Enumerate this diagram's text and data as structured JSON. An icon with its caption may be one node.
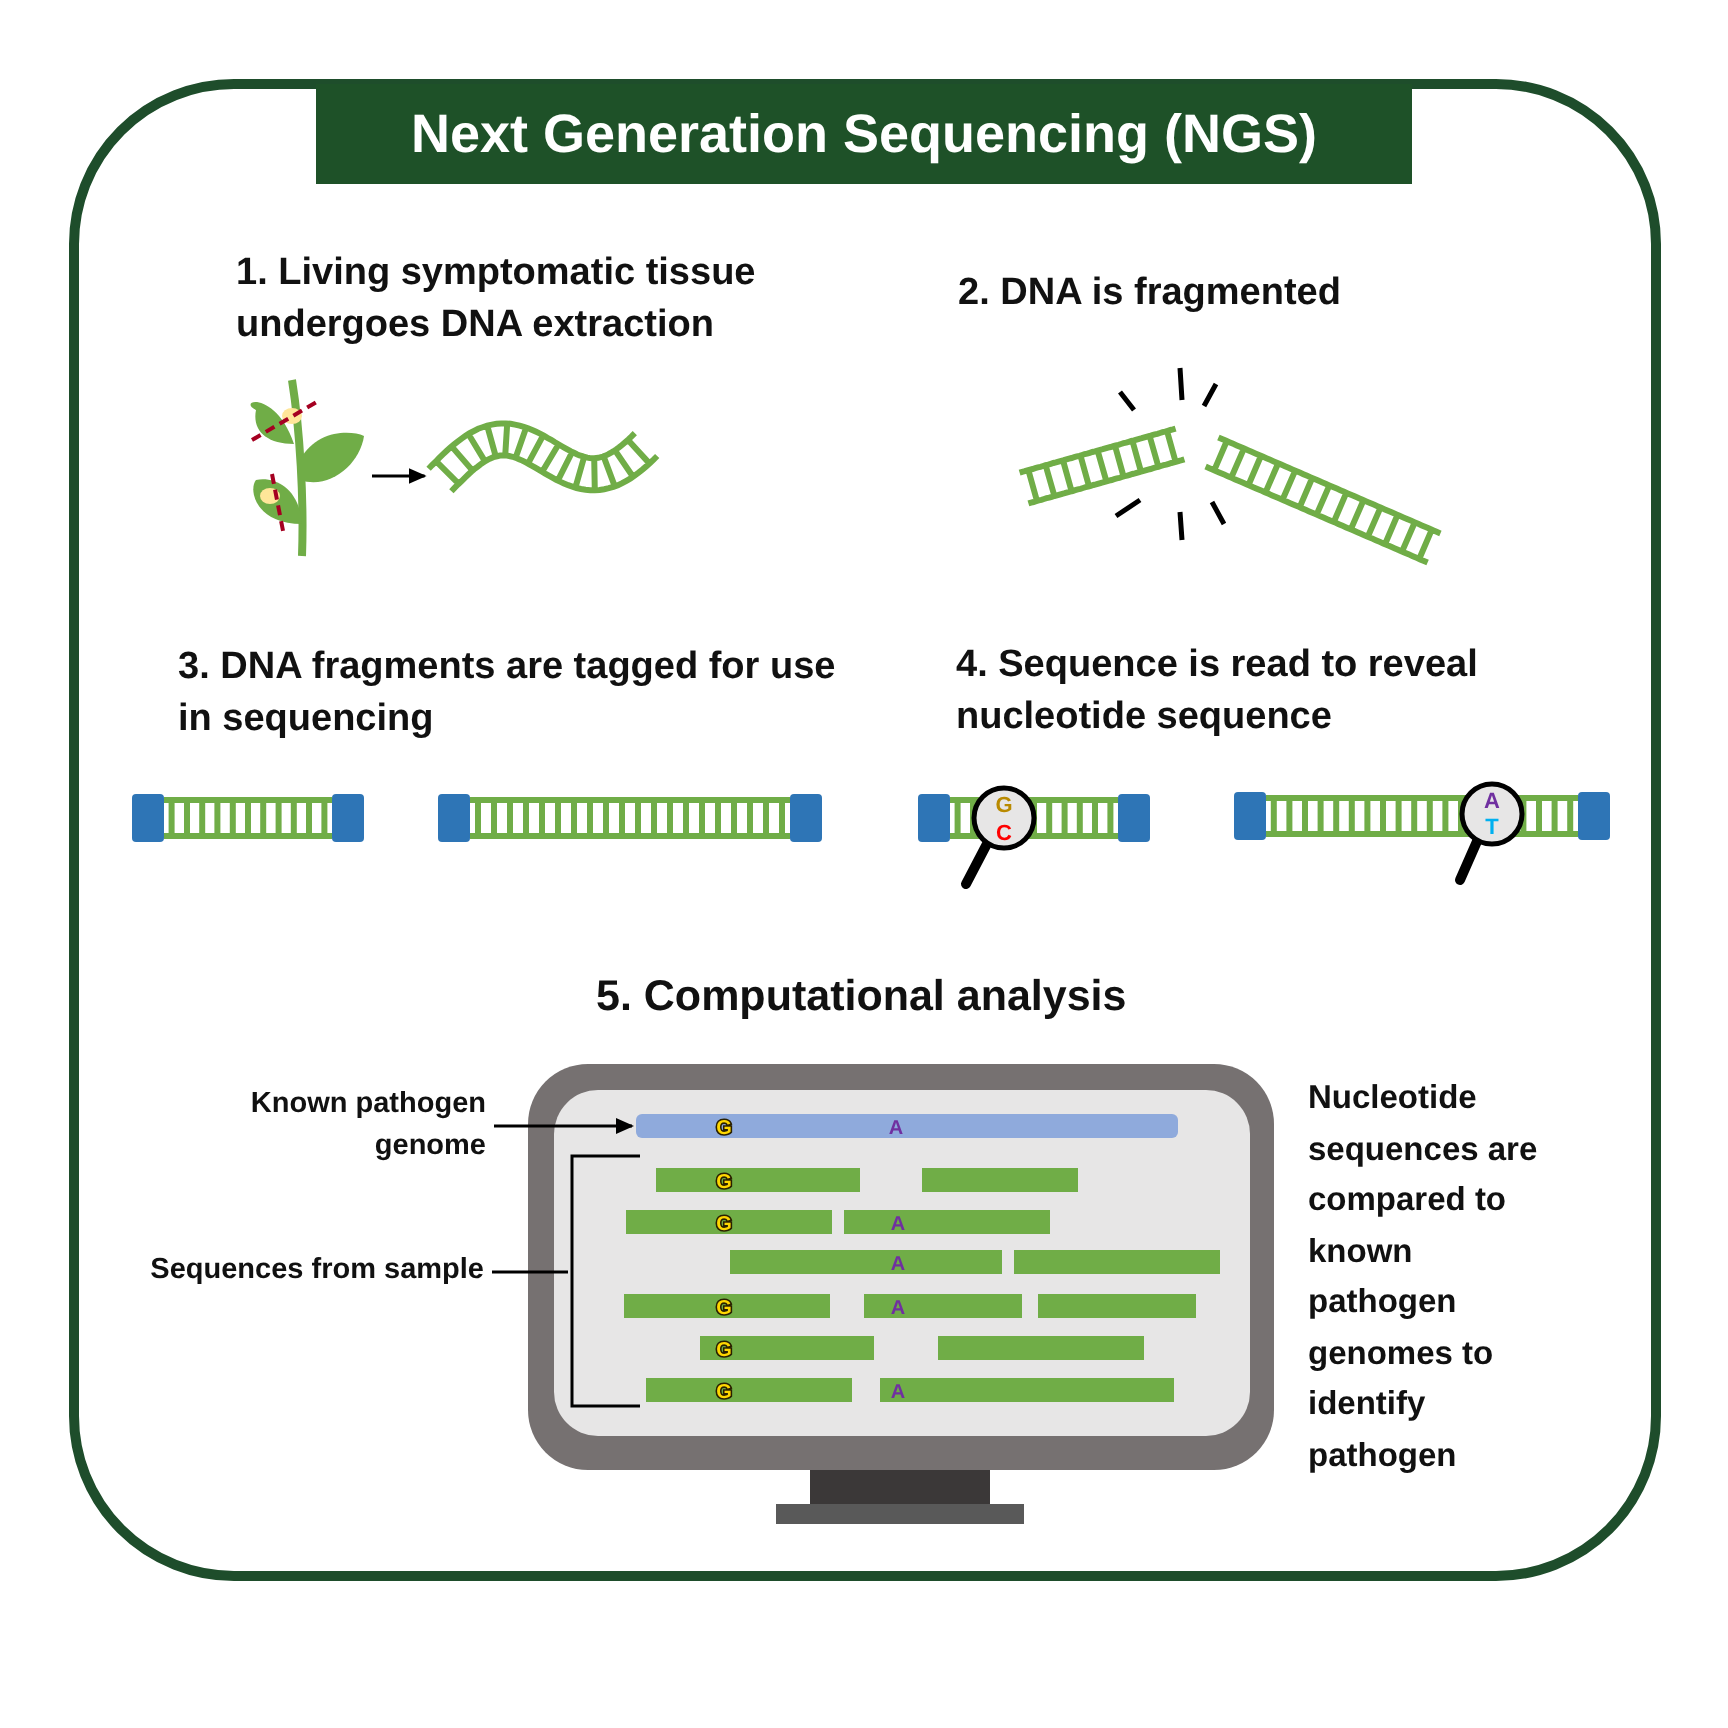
{
  "diagram": {
    "title": "Next Generation Sequencing (NGS)",
    "nodes": [
      {
        "text": [],
        "shape": "picture"
      },
      {
        "text": [],
        "shape": "picture"
      },
      {
        "text": [
          "Known pathogen genome"
        ]
      },
      {
        "text": [],
        "shape": "bar"
      },
      {
        "text": [
          "Sequences from sample"
        ]
      },
      {
        "text": [],
        "shape": "picture"
      }
    ],
    "edges": [
      {
        "from": 0,
        "to": 1,
        "arrow": "to"
      },
      {
        "from": 2,
        "to": 3,
        "arrow": "to"
      },
      {
        "from": 4,
        "to": 5,
        "arrow": "none"
      }
    ],
    "labels": [
      "1. Living symptomatic tissue undergoes DNA extraction",
      "2. DNA is fragmented",
      "3. DNA fragments are tagged for use in sequencing",
      "4. Sequence is read to reveal nucleotide sequence",
      "G",
      "C",
      "A",
      "T",
      "5. Computational analysis",
      "Nucleotide sequences are compared to known pathogen genomes to identify pathogen",
      "G",
      "A",
      "G",
      "G",
      "A",
      "A",
      "G",
      "A",
      "G",
      "G",
      "A"
    ]
  }
}
